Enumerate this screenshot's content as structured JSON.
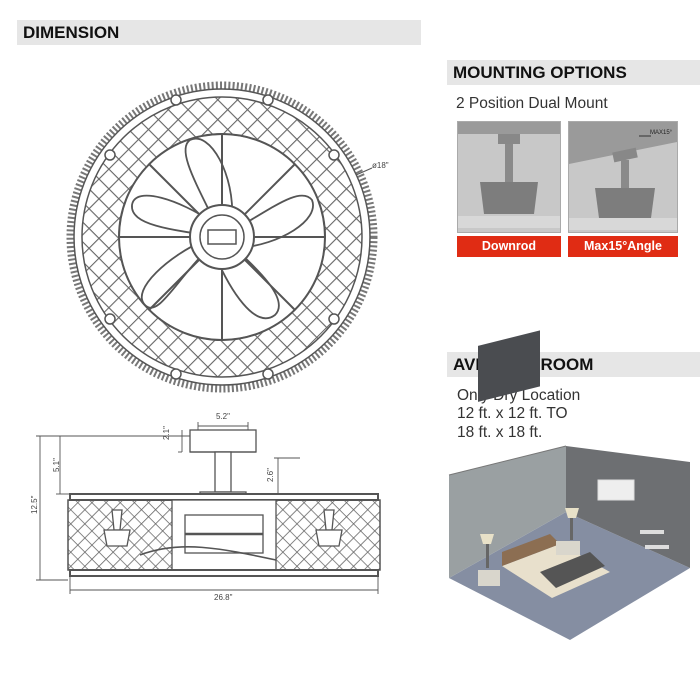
{
  "dimension": {
    "header": "DIMENSION",
    "top_view": {
      "diameter_label": "ø18\""
    },
    "side_view": {
      "canopy_width": "5.2\"",
      "downrod_length": "2.1\"",
      "mount_height": "5.1\"",
      "hanger_length": "2.6\"",
      "total_height": "12.5\"",
      "overall_width": "26.8\""
    }
  },
  "mounting": {
    "header": "MOUNTING OPTIONS",
    "subtitle": "2 Position Dual Mount",
    "options": [
      {
        "label": "Downrod"
      },
      {
        "label": "Max15°Angle",
        "angle_note": "MAX15°"
      }
    ]
  },
  "room": {
    "header": "AVERAGE ROOM",
    "lines": [
      "Only Dry Location",
      "12 ft. x 12 ft. TO",
      "18 ft. x 18 ft."
    ]
  },
  "colors": {
    "accent_red": "#e02c14",
    "header_gray": "#e6e6e6",
    "line": "#555555"
  }
}
